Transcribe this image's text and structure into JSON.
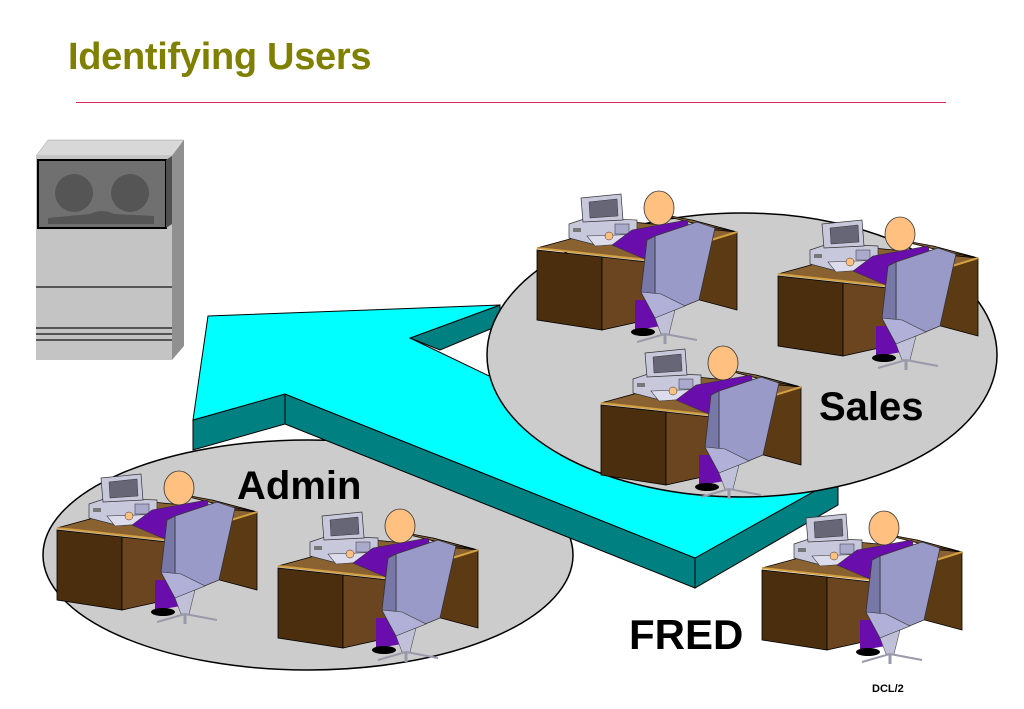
{
  "slide": {
    "title": "Identifying Users",
    "footer": "DCL/2"
  },
  "diagram": {
    "server": {
      "name": "mainframe-tape-server",
      "label": ""
    },
    "groups": [
      {
        "id": "admin",
        "label": "Admin",
        "workstations": 2
      },
      {
        "id": "sales",
        "label": "Sales",
        "workstations": 3
      },
      {
        "id": "fred",
        "label": "FRED",
        "workstations": 1
      }
    ],
    "arrow": {
      "from": "users",
      "to": "server",
      "meaning": "user identification flow"
    }
  },
  "colors": {
    "title": "#808000",
    "rule": "#e0245e",
    "arrow_top": "#00ffff",
    "arrow_side": "#008080",
    "group_ellipse": "#cccccc",
    "desk": "#5c3a14",
    "person": "#6a0dad",
    "face": "#ffc080",
    "chair": "#9a9ac8"
  }
}
